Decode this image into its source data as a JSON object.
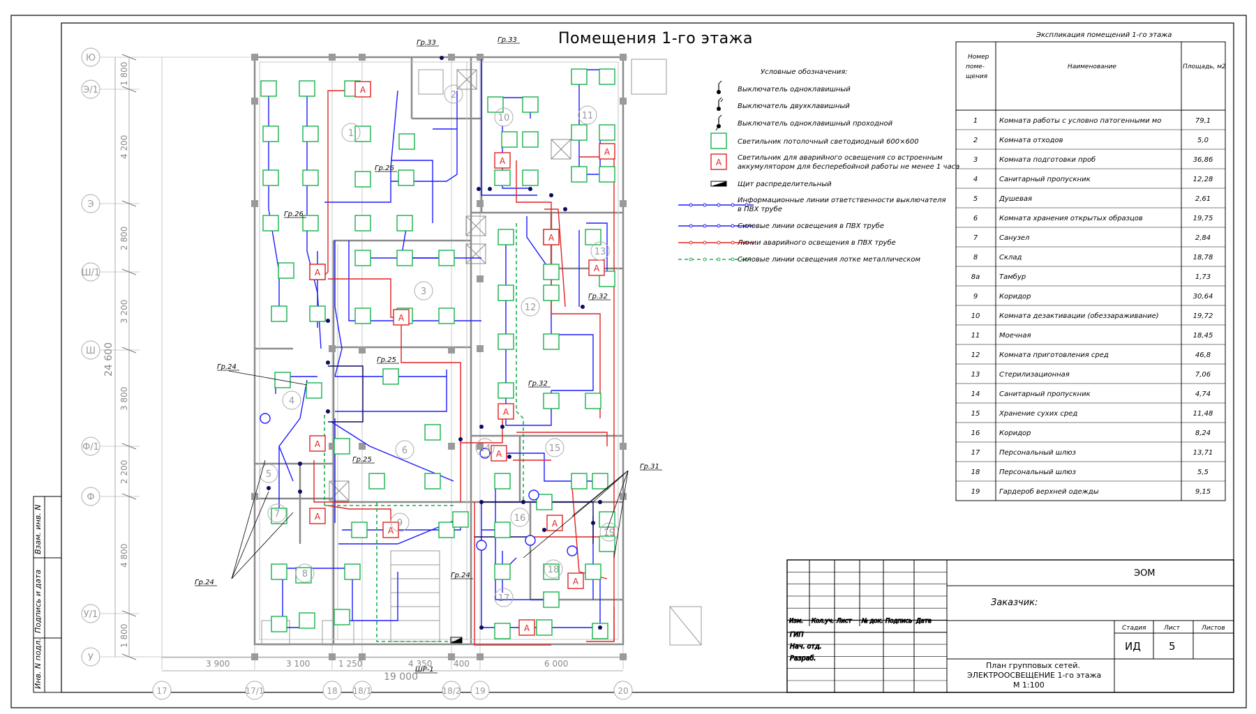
{
  "title": "Помещения 1-го этажа",
  "legend": {
    "title": "Условные обозначения:",
    "items": [
      {
        "label": "Выключатель одноклавишный"
      },
      {
        "label": "Выключатель двухклавишный"
      },
      {
        "label": "Выключатель одноклавишный проходной"
      },
      {
        "label": "Светильник потолочный светодиодный 600×600"
      },
      {
        "label": "Светильник для аварийного освещения со встроенным",
        "label2": "аккумулятором для бесперебойной работы не менее 1 часа",
        "mark": "A"
      },
      {
        "label": "Щит распределительный"
      },
      {
        "label": "Информационные линии ответственности выключателя",
        "label2": "в ПВХ трубе"
      },
      {
        "label": "Силовые линии освещения в ПВХ трубе"
      },
      {
        "label": "Линии аварийного освещения в ПВХ трубе"
      },
      {
        "label": "Силовые линии освещения лотке металлическом"
      }
    ]
  },
  "explication": {
    "title": "Экспликация помещений 1-го этажа",
    "headers": {
      "num": "Номер поме- щения",
      "name": "Наименование",
      "area": "Площадь, м2"
    },
    "rows": [
      {
        "n": "1",
        "name": "Комната работы с условно патогенными мо",
        "a": "79,1"
      },
      {
        "n": "2",
        "name": "Комната отходов",
        "a": "5,0"
      },
      {
        "n": "3",
        "name": "Комната подготовки проб",
        "a": "36,86"
      },
      {
        "n": "4",
        "name": "Санитарный пропускник",
        "a": "12,28"
      },
      {
        "n": "5",
        "name": "Душевая",
        "a": "2,61"
      },
      {
        "n": "6",
        "name": "Комната хранения открытых образцов",
        "a": "19,75"
      },
      {
        "n": "7",
        "name": "Санузел",
        "a": "2,84"
      },
      {
        "n": "8",
        "name": "Склад",
        "a": "18,78"
      },
      {
        "n": "8а",
        "name": "Тамбур",
        "a": "1,73"
      },
      {
        "n": "9",
        "name": "Коридор",
        "a": "30,64"
      },
      {
        "n": "10",
        "name": "Комната дезактивации (обеззараживание)",
        "a": "19,72"
      },
      {
        "n": "11",
        "name": "Моечная",
        "a": "18,45"
      },
      {
        "n": "12",
        "name": "Комната приготовления сред",
        "a": "46,8"
      },
      {
        "n": "13",
        "name": "Стерилизационная",
        "a": "7,06"
      },
      {
        "n": "14",
        "name": "Санитарный пропускник",
        "a": "4,74"
      },
      {
        "n": "15",
        "name": "Хранение сухих сред",
        "a": "11,48"
      },
      {
        "n": "16",
        "name": "Коридор",
        "a": "8,24"
      },
      {
        "n": "17",
        "name": "Персональный шлюз",
        "a": "13,71"
      },
      {
        "n": "18",
        "name": "Персональный шлюз",
        "a": "5,5"
      },
      {
        "n": "19",
        "name": "Гардероб верхней одежды",
        "a": "9,15"
      }
    ]
  },
  "stamp": {
    "code": "ЭОМ",
    "customer": "Заказчик:",
    "cols": [
      "Изм.",
      "Кол.уч.",
      "Лист",
      "№ док.",
      "Подпись",
      "Дата"
    ],
    "roles": [
      "ГИП",
      "Нач. отд.",
      "Разраб."
    ],
    "stage_h": "Стадия",
    "sheet_h": "Лист",
    "sheets_h": "Листов",
    "stage": "ИД",
    "sheet": "5",
    "desc1": "План групповых сетей.",
    "desc2": "ЭЛЕКТРООСВЕЩЕНИЕ 1-го этажа",
    "desc3": "М 1:100"
  },
  "side_labels": [
    "Взам. инв. N",
    "Подпись и дата",
    "Инв. N подл."
  ],
  "axes_rows": [
    "Ю",
    "Э/1",
    "Э",
    "Ш/1",
    "Ш",
    "Ф/1",
    "Ф",
    "У/1",
    "У"
  ],
  "axes_cols": [
    "17",
    "17/1",
    "18",
    "18/1",
    "18/2",
    "19",
    "20"
  ],
  "dims_left": [
    "1 800",
    "4 200",
    "2 800",
    "3 200",
    "3 800",
    "2 200",
    "4 800",
    "1 800"
  ],
  "dims_left_total": "24 600",
  "dims_bottom": [
    "3 900",
    "3 100",
    "1 250",
    "4 350",
    "400",
    "6 000"
  ],
  "dims_bottom_total": "19 000",
  "groups": [
    "Гр.33",
    "Гр.33",
    "Гр.26",
    "Гр.26",
    "Гр.25",
    "Гр.25",
    "Гр.24",
    "Гр.24",
    "Гр.24",
    "Гр.32",
    "Гр.32",
    "Гр.31",
    "ШР-1"
  ],
  "room_numbers": [
    "1",
    "2",
    "3",
    "4",
    "5",
    "6",
    "7",
    "8",
    "9",
    "10",
    "11",
    "12",
    "13",
    "14",
    "15",
    "16",
    "17",
    "18",
    "19"
  ],
  "colors": {
    "power": "#1a1aff",
    "emergency": "#e02020",
    "fixture": "#14b04a",
    "tray": "#14b04a",
    "wall": "#8a8a8a"
  }
}
